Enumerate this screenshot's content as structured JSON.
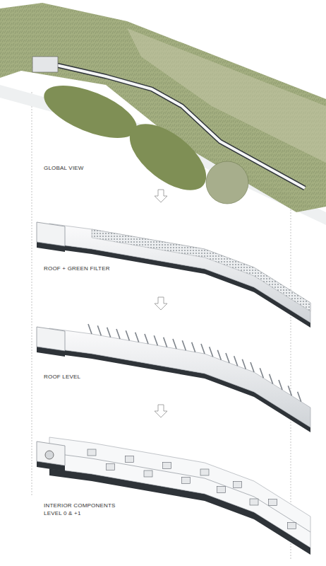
{
  "diagram": {
    "labels": [
      "GLOBAL VIEW",
      "ROOF + GREEN FILTER",
      "ROOF LEVEL",
      "INTERIOR COMPONENTS LEVEL 0 & +1"
    ]
  }
}
